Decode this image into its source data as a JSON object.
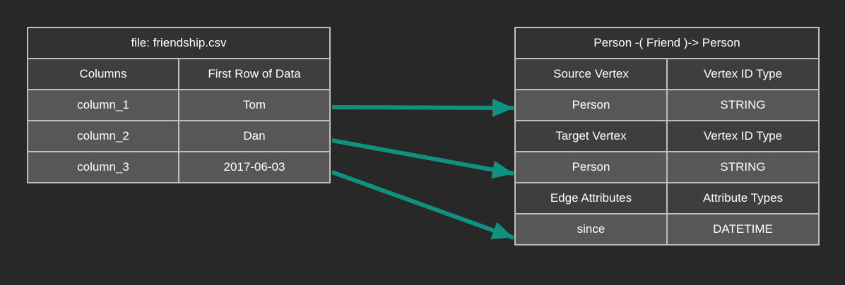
{
  "colors": {
    "background": "#282828",
    "arrow_accent": "#0f9180",
    "title_row_bg": "#323232",
    "header_row_bg": "#3e3e3e",
    "data_row_bg": "#575757",
    "cell_border": "#bfbfbf",
    "text": "#ffffff"
  },
  "left_table": {
    "title": "file: friendship.csv",
    "headers": [
      "Columns",
      "First Row of Data"
    ],
    "rows": [
      [
        "column_1",
        "Tom"
      ],
      [
        "column_2",
        "Dan"
      ],
      [
        "column_3",
        "2017-06-03"
      ]
    ]
  },
  "right_table": {
    "title": "Person -( Friend )-> Person",
    "sections": [
      {
        "header": [
          "Source Vertex",
          "Vertex ID Type"
        ],
        "row": [
          "Person",
          "STRING"
        ]
      },
      {
        "header": [
          "Target Vertex",
          "Vertex ID Type"
        ],
        "row": [
          "Person",
          "STRING"
        ]
      },
      {
        "header": [
          "Edge Attributes",
          "Attribute Types"
        ],
        "row": [
          "since",
          "DATETIME"
        ]
      }
    ]
  },
  "arrows": [
    {
      "from": "column_1",
      "to": "Person (Source Vertex)"
    },
    {
      "from": "column_2",
      "to": "Person (Target Vertex)"
    },
    {
      "from": "column_3",
      "to": "since (Edge Attribute)"
    }
  ]
}
